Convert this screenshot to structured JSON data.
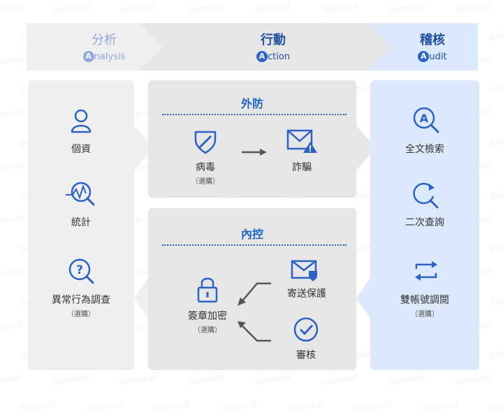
{
  "header": {
    "analysis": {
      "title": "分析",
      "letter": "A",
      "sub": "nalysis"
    },
    "action": {
      "title": "行動",
      "letter": "A",
      "sub": "ction"
    },
    "audit": {
      "title": "稽核",
      "letter": "A",
      "sub": "udit"
    }
  },
  "watermark": "Softnext",
  "left_column": {
    "items": [
      {
        "label": "個資",
        "icon": "person-icon"
      },
      {
        "label": "統計",
        "icon": "chart-magnifier-icon"
      },
      {
        "label": "異常行為調查",
        "sub": "（選購）",
        "icon": "question-magnifier-icon"
      }
    ]
  },
  "middle_top": {
    "title": "外防",
    "virus": {
      "label": "病毒",
      "sub": "（選購）",
      "icon": "shield-icon"
    },
    "fraud": {
      "label": "詐騙",
      "icon": "mail-warning-icon"
    }
  },
  "middle_bottom": {
    "title": "內控",
    "encrypt": {
      "label": "簽章加密",
      "sub": "（選購）",
      "icon": "lock-icon"
    },
    "protect": {
      "label": "寄送保護",
      "icon": "mail-shield-icon"
    },
    "review": {
      "label": "審核",
      "icon": "check-circle-icon"
    }
  },
  "right_column": {
    "items": [
      {
        "label": "全文檢索",
        "icon": "search-a-icon"
      },
      {
        "label": "二次查詢",
        "icon": "refresh-search-icon"
      },
      {
        "label": "雙帳號調閱",
        "sub": "（選購）",
        "icon": "swap-arrows-icon"
      }
    ]
  },
  "colors": {
    "blue": "#2a62c6",
    "light_blue": "#dce8fb",
    "gray": "#efefef",
    "mid_gray": "#e6e6e6",
    "faded_text": "#8fa8d8"
  }
}
